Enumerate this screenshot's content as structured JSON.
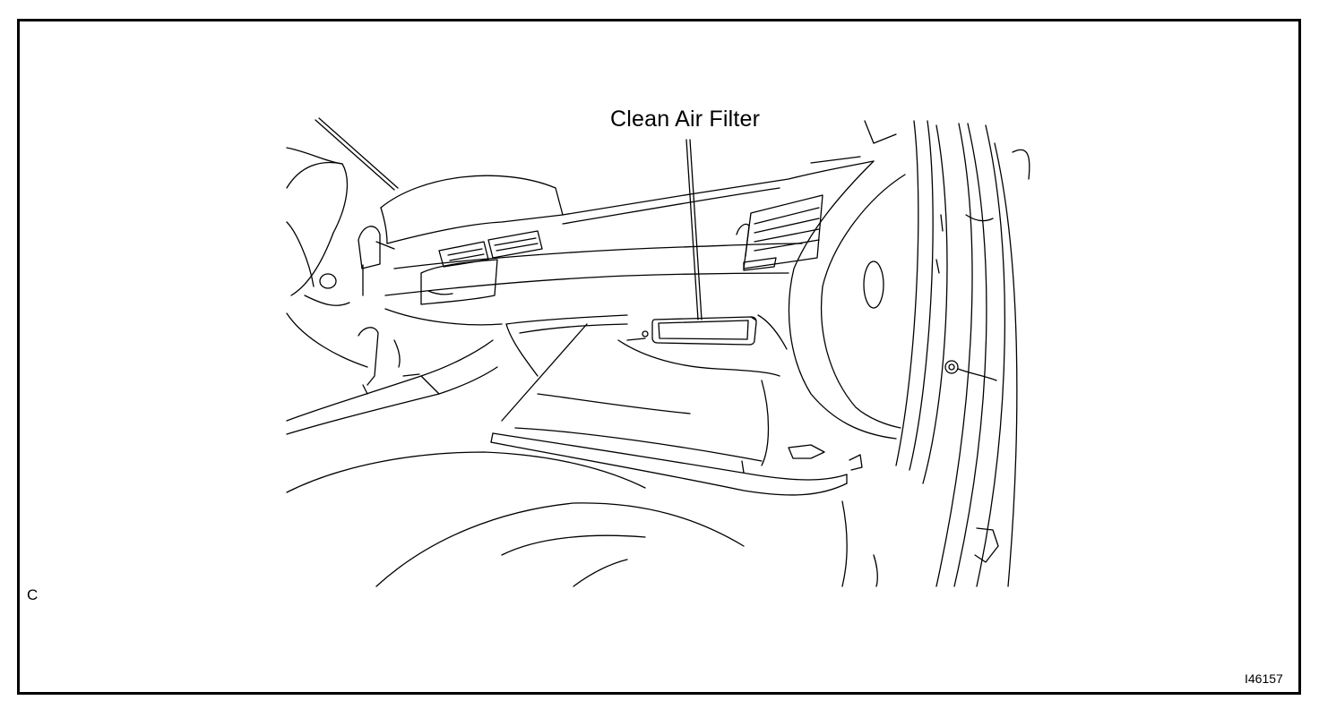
{
  "diagram": {
    "callout_label": "Clean Air Filter",
    "corner_letter": "C",
    "figure_id": "I46157"
  },
  "colors": {
    "line": "#000000",
    "background": "#ffffff"
  }
}
